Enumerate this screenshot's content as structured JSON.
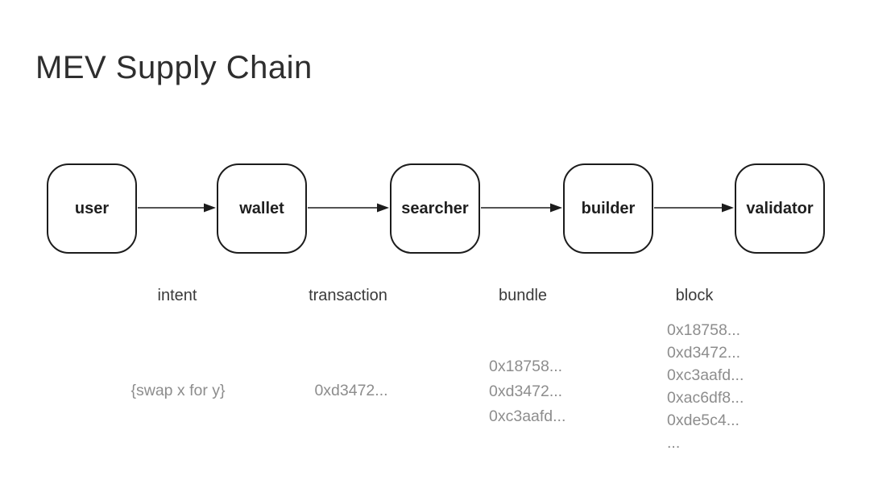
{
  "title": "MEV Supply Chain",
  "colors": {
    "ink": "#1c1c1c",
    "node_text": "#1f1f1f",
    "stage_label_text": "#3a3a3a",
    "example_text": "#8d8d8d",
    "background": "#ffffff"
  },
  "diagram": {
    "nodes": [
      {
        "label": "user"
      },
      {
        "label": "wallet"
      },
      {
        "label": "searcher"
      },
      {
        "label": "builder"
      },
      {
        "label": "validator"
      }
    ],
    "edges": [
      {
        "label": "intent",
        "example": "{swap x for y}"
      },
      {
        "label": "transaction",
        "example": "0xd3472..."
      },
      {
        "label": "bundle",
        "examples": [
          "0x18758...",
          "0xd3472...",
          "0xc3aafd..."
        ]
      },
      {
        "label": "block",
        "examples": [
          "0x18758...",
          "0xd3472...",
          "0xc3aafd...",
          "0xac6df8...",
          "0xde5c4...",
          "..."
        ]
      }
    ]
  }
}
